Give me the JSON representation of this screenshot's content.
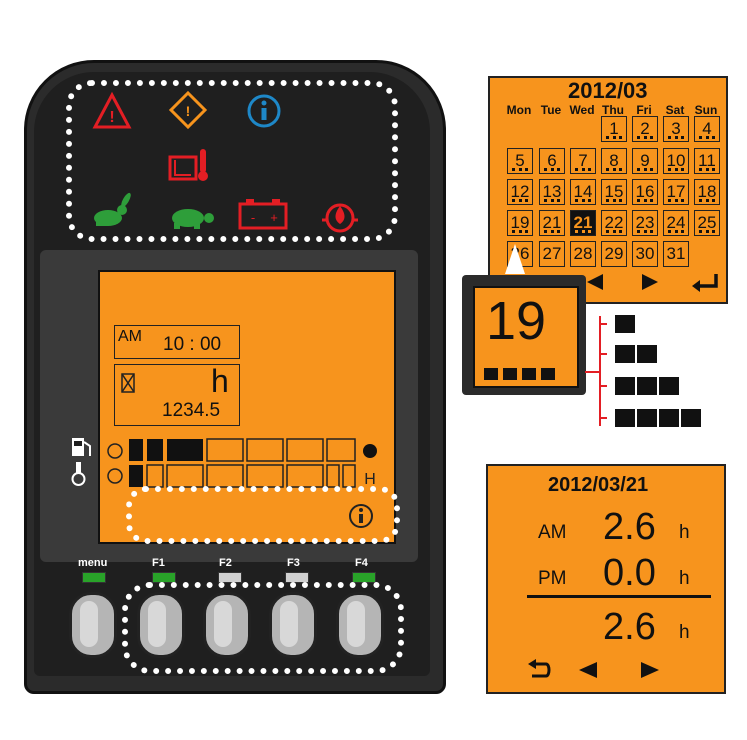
{
  "device": {
    "screen": {
      "clock_period": "AM",
      "clock_time": "10 : 00",
      "hour_unit": "h",
      "hour_value": "1234.5"
    },
    "buttons": [
      {
        "label": "menu",
        "led": "#29a329"
      },
      {
        "label": "F1",
        "led": "#29a329"
      },
      {
        "label": "F2",
        "led": "#d0d0d0"
      },
      {
        "label": "F3",
        "led": "#d0d0d0"
      },
      {
        "label": "F4",
        "led": "#29a329"
      }
    ],
    "indicators": [
      "warning-icon",
      "caution-diamond-icon",
      "info-icon",
      "hydraulic-temp-icon",
      "rabbit-icon",
      "turtle-icon",
      "battery-icon",
      "oil-pressure-icon"
    ]
  },
  "calendar": {
    "title": "2012/03",
    "weekdays": [
      "Mon",
      "Tue",
      "Wed",
      "Thu",
      "Fri",
      "Sat",
      "Sun"
    ],
    "weeks": [
      [
        "",
        "",
        "",
        "1",
        "2",
        "3",
        "4"
      ],
      [
        "5",
        "6",
        "7",
        "8",
        "9",
        "10",
        "11"
      ],
      [
        "12",
        "13",
        "14",
        "15",
        "16",
        "17",
        "18"
      ],
      [
        "19",
        "21",
        "21",
        "22",
        "23",
        "24",
        "25"
      ],
      [
        "26",
        "27",
        "28",
        "29",
        "30",
        "31",
        ""
      ]
    ],
    "selected": "21",
    "zoom_day": "19"
  },
  "day_detail": {
    "title": "2012/03/21",
    "am_label": "AM",
    "am_value": "2.6",
    "pm_label": "PM",
    "pm_value": "0.0",
    "total_value": "2.6",
    "unit": "h"
  },
  "colors": {
    "lcd": "#F7941D",
    "housing": "#2b2b2b",
    "red": "#e31e24",
    "green": "#2e9e3a",
    "blue": "#1e88c8"
  }
}
